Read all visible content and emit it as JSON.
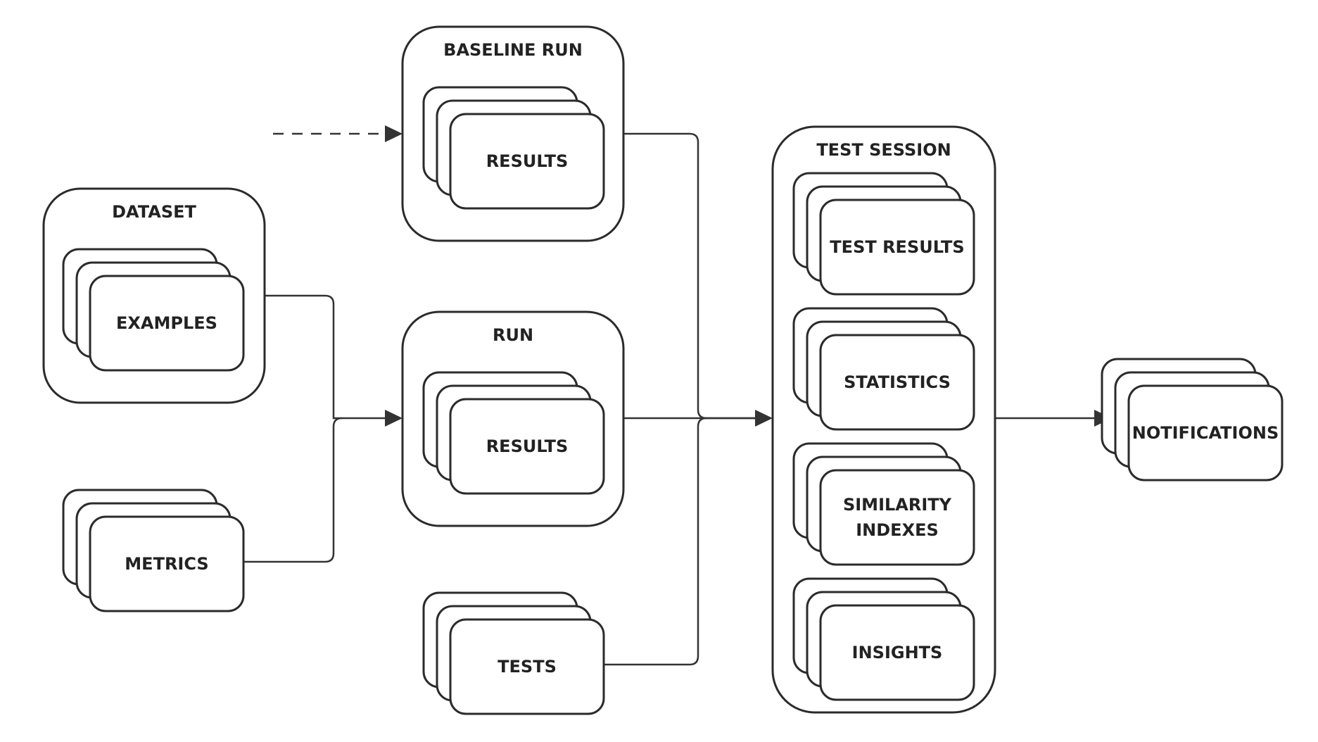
{
  "diagram": {
    "dataset": {
      "title": "DATASET",
      "item": "EXAMPLES"
    },
    "metrics": {
      "item": "METRICS"
    },
    "baseline_run": {
      "title": "BASELINE RUN",
      "item": "RESULTS"
    },
    "run": {
      "title": "RUN",
      "item": "RESULTS"
    },
    "tests": {
      "item": "TESTS"
    },
    "test_session": {
      "title": "TEST SESSION",
      "items": [
        {
          "lines": [
            "TEST RESULTS"
          ]
        },
        {
          "lines": [
            "STATISTICS"
          ]
        },
        {
          "lines": [
            "SIMILARITY",
            "INDEXES"
          ]
        },
        {
          "lines": [
            "INSIGHTS"
          ]
        }
      ]
    },
    "notifications": {
      "item": "NOTIFICATIONS"
    }
  },
  "colors": {
    "stroke": "#2b2b2b",
    "text": "#222222",
    "background": "#ffffff"
  }
}
